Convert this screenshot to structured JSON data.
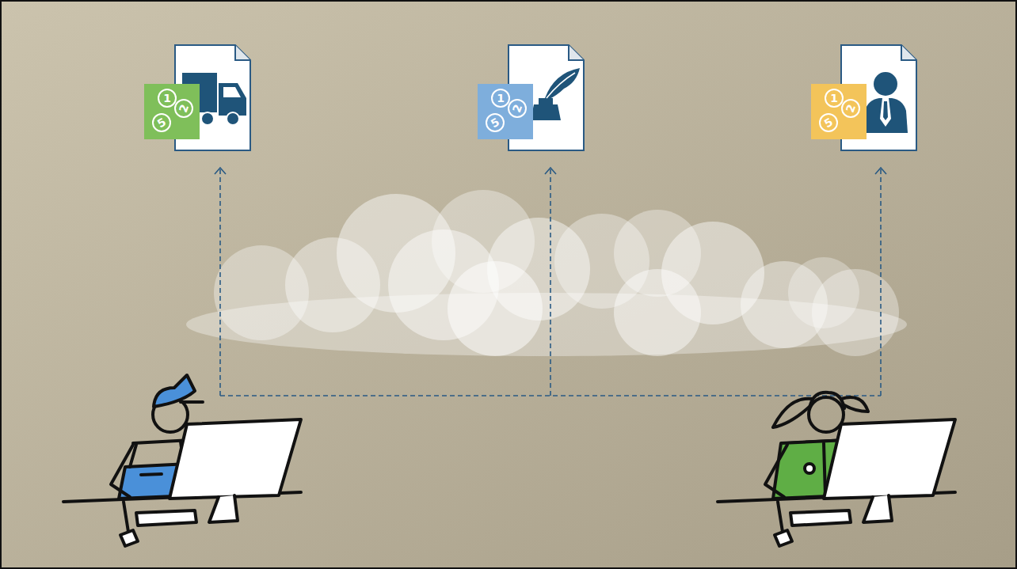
{
  "diagram": {
    "labels": [
      "1",
      "2",
      "5",
      "1",
      "2",
      "5",
      "1",
      "2",
      "5"
    ]
  }
}
